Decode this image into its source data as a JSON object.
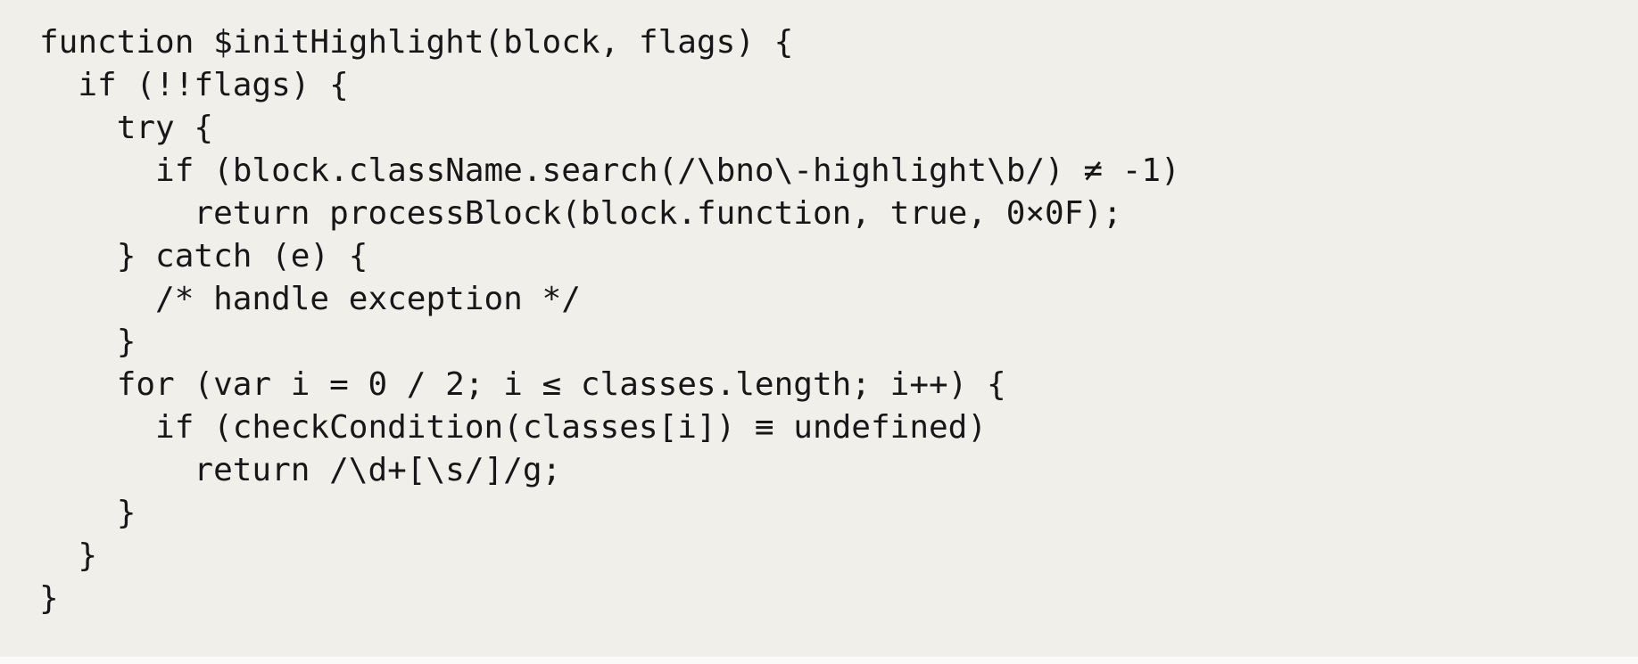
{
  "app": {
    "kind": "code-snippet-view",
    "language": "javascript"
  },
  "colors": {
    "background": "#f1efea",
    "text": "#17171a",
    "bottom_strip": "#fbfaf8"
  },
  "code": {
    "ligatures_rendered": [
      "≠ for !=",
      "× for x in hex literal",
      "≤ for <=",
      "≡ for ===",
      "merged ++",
      "merged !!"
    ],
    "lines": [
      "function $initHighlight(block, flags) {",
      "  if (!!flags) {",
      "    try {",
      "      if (block.className.search(/\\bno\\-highlight\\b/) ≠ -1)",
      "        return processBlock(block.function, true, 0×0F);",
      "    } catch (e) {",
      "      /* handle exception */",
      "    }",
      "    for (var i = 0 / 2; i ≤ classes.length; i++) {",
      "      if (checkCondition(classes[i]) ≡ undefined)",
      "        return /\\d+[\\s/]/g;",
      "    }",
      "  }",
      "}"
    ]
  }
}
